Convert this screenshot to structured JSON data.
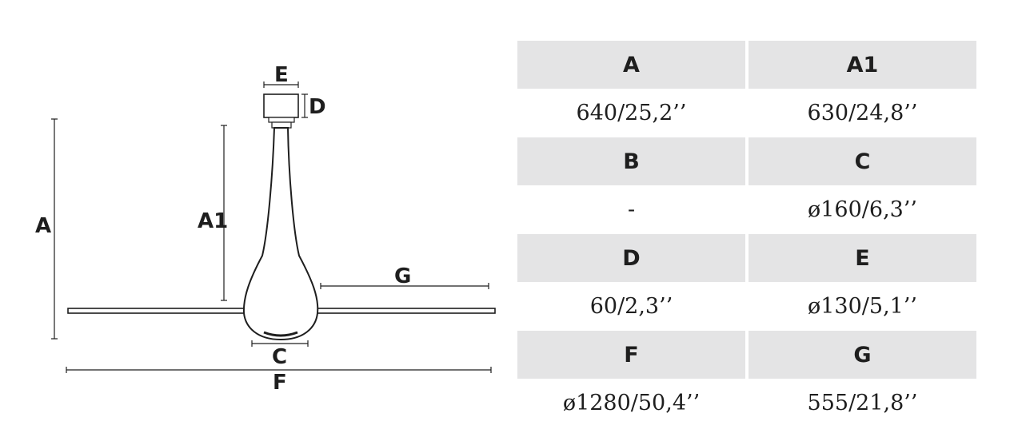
{
  "diagram": {
    "labels": {
      "A": "A",
      "A1": "A1",
      "C": "C",
      "D": "D",
      "E": "E",
      "F": "F",
      "G": "G"
    }
  },
  "table": {
    "rows": [
      {
        "type": "header",
        "cells": [
          "A",
          "A1"
        ]
      },
      {
        "type": "values",
        "cells": [
          "640/25,2’’",
          "630/24,8’’"
        ]
      },
      {
        "type": "header",
        "cells": [
          "B",
          "C"
        ]
      },
      {
        "type": "values",
        "cells": [
          "-",
          "ø160/6,3’’"
        ]
      },
      {
        "type": "header",
        "cells": [
          "D",
          "E"
        ]
      },
      {
        "type": "values",
        "cells": [
          "60/2,3’’",
          "ø130/5,1’’"
        ]
      },
      {
        "type": "header",
        "cells": [
          "F",
          "G"
        ]
      },
      {
        "type": "values",
        "cells": [
          "ø1280/50,4’’",
          "555/21,8’’"
        ]
      }
    ]
  },
  "colors": {
    "header_background": "#e4e4e5",
    "line": "#1e1e1e",
    "text": "#1e1e1e"
  }
}
